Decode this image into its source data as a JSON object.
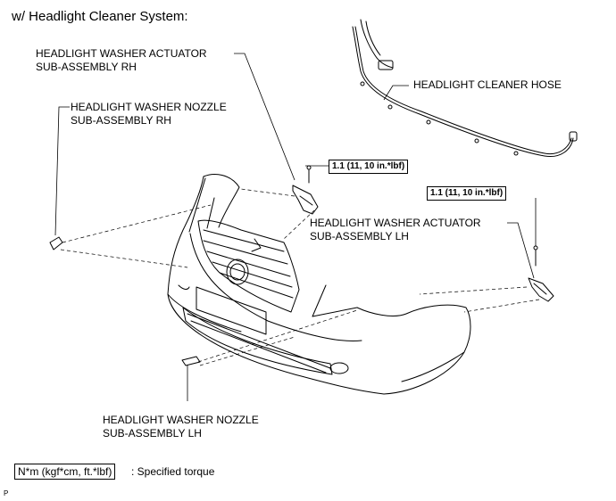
{
  "heading": "w/ Headlight Cleaner System:",
  "labels": {
    "actuator_rh": [
      "HEADLIGHT WASHER ACTUATOR",
      "SUB-ASSEMBLY RH"
    ],
    "nozzle_rh": [
      "HEADLIGHT WASHER NOZZLE",
      "SUB-ASSEMBLY RH"
    ],
    "cleaner_hose": "HEADLIGHT CLEANER HOSE",
    "actuator_lh": [
      "HEADLIGHT WASHER ACTUATOR",
      "SUB-ASSEMBLY LH"
    ],
    "nozzle_lh": [
      "HEADLIGHT WASHER NOZZLE",
      "SUB-ASSEMBLY LH"
    ]
  },
  "torque": {
    "rh": "1.1 (11, 10 in.*lbf)",
    "lh": "1.1 (11, 10 in.*lbf)"
  },
  "legend": {
    "box": "N*m (kgf*cm, ft.*lbf)",
    "text": ": Specified torque"
  },
  "corner_mark": "P"
}
